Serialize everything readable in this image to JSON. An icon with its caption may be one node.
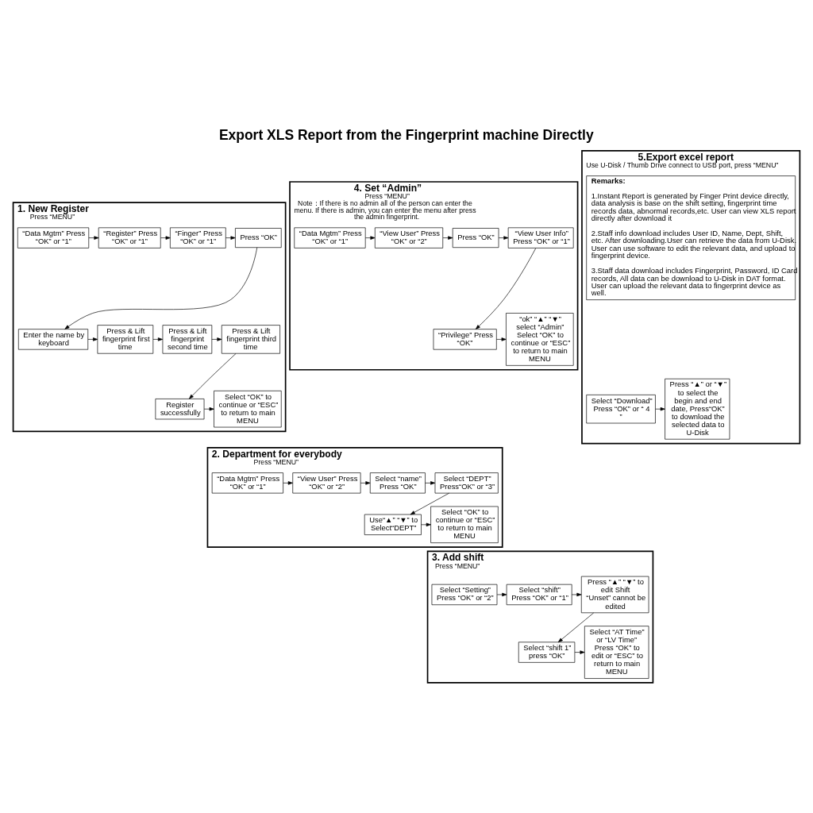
{
  "diagram": {
    "title": "Export XLS Report from the Fingerprint machine Directly",
    "nodes": [
      {
        "text": [
          "1. New Register",
          "Press “MENU”"
        ]
      },
      {
        "text": [
          "“Data Mgtm” Press “OK” or “1”"
        ],
        "in": 0
      },
      {
        "text": [
          "“Register” Press “OK” or “1”"
        ],
        "in": 0
      },
      {
        "text": [
          "“Finger” Press “OK” or “1”"
        ],
        "in": 0
      },
      {
        "text": [
          "Press “OK”"
        ],
        "in": 0
      },
      {
        "text": [
          "Enter the name by keyboard"
        ],
        "in": 0
      },
      {
        "text": [
          "Press & Lift fingerprint first time"
        ],
        "in": 0
      },
      {
        "text": [
          "Press & Lift fingerprint second time"
        ],
        "in": 0
      },
      {
        "text": [
          "Press & Lift fingerprint third time"
        ],
        "in": 0
      },
      {
        "text": [
          "Register successfully"
        ],
        "in": 0
      },
      {
        "text": [
          "Select “OK” to continue or “ESC” to return to main MENU"
        ],
        "in": 0
      },
      {
        "text": [
          "2. Department for everybody",
          "Press “MENU”"
        ]
      },
      {
        "text": [
          "“Data Mgtm” Press “OK” or “1”"
        ],
        "in": 11
      },
      {
        "text": [
          "“View User” Press “OK” or “2”"
        ],
        "in": 11
      },
      {
        "text": [
          "Select “name” Press “OK”"
        ],
        "in": 11
      },
      {
        "text": [
          "Select “DEPT” Press“OK” or “3”"
        ],
        "in": 11
      },
      {
        "text": [
          "Use“▲” “▼” to Select“DEPT”"
        ],
        "in": 11
      },
      {
        "text": [
          "Select “OK” to continue or “ESC” to return to main MENU"
        ],
        "in": 11
      },
      {
        "text": [
          "3. Add shift",
          "Press “MENU”"
        ]
      },
      {
        "text": [
          "Select “Setting” Press “OK” or “2”"
        ],
        "in": 18
      },
      {
        "text": [
          "Select “shift” Press “OK” or “1”"
        ],
        "in": 18
      },
      {
        "text": [
          "Press “▲” “▼” to edit Shift “Unset” cannot be edited"
        ],
        "in": 18
      },
      {
        "text": [
          "Select “shift 1” press “OK”"
        ],
        "in": 18
      },
      {
        "text": [
          "Select “AT Time” or “LV Time” Press “OK” to edit or “ESC” to return to main MENU"
        ],
        "in": 18
      },
      {
        "text": [
          "4. Set “Admin”",
          "Press “MENU”",
          "Note：If there is no admin all of the person can enter the menu. If there is admin, you can enter the menu after press the admin fingerprint."
        ]
      },
      {
        "text": [
          "“Data Mgtm” Press “OK” or “1”"
        ],
        "in": 24
      },
      {
        "text": [
          "“View User” Press “OK” or “2”"
        ],
        "in": 24
      },
      {
        "text": [
          "Press “OK”"
        ],
        "in": 24
      },
      {
        "text": [
          "“View User Info” Press “OK” or “1”"
        ],
        "in": 24
      },
      {
        "text": [
          "“Privilege” Press “OK”"
        ],
        "in": 24
      },
      {
        "text": [
          "“ok” “▲” “▼” select “Admin” Select “OK” to continue or “ESC” to return to main MENU"
        ],
        "in": 24
      },
      {
        "text": [
          "5.Export excel report",
          "Use U-Disk / Thumb Drive connect to USB port, press “MENU”"
        ]
      },
      {
        "text": [
          "Select “Download” Press “OK” or “ 4 ”"
        ],
        "in": 31
      },
      {
        "text": [
          "Press “▲” or “▼” to select the begin and end date, Press“OK” to download the selected data to U-Disk"
        ],
        "in": 31
      },
      {
        "text": [
          "Remarks:",
          "1.Instant Report is generated by Finger Print device directly, data analysis is base on the shift setting, fingerprint time records data, abnormal records,etc. User can view XLS report directly after download it",
          "2.Staff info download includes User ID, Name, Dept, Shift, etc. After downloading.User can retrieve the data from U-Disk. User can use software to edit the relevant data, and upload to fingerprint device.",
          "3.Staff data download includes Fingerprint, Password, ID Card records, All data can be download to U-Disk in DAT format. User can upload the relevant data to fingerprint device as well."
        ],
        "in": 31
      }
    ],
    "edges": [
      {
        "from": 1,
        "to": 2,
        "arrow": "to"
      },
      {
        "from": 2,
        "to": 3,
        "arrow": "to"
      },
      {
        "from": 3,
        "to": 4,
        "arrow": "to"
      },
      {
        "from": 4,
        "to": 5,
        "arrow": "to"
      },
      {
        "from": 5,
        "to": 6,
        "arrow": "to"
      },
      {
        "from": 6,
        "to": 7,
        "arrow": "to"
      },
      {
        "from": 7,
        "to": 8,
        "arrow": "to"
      },
      {
        "from": 8,
        "to": 9,
        "arrow": "to"
      },
      {
        "from": 9,
        "to": 10,
        "arrow": "to"
      },
      {
        "from": 12,
        "to": 13,
        "arrow": "to"
      },
      {
        "from": 13,
        "to": 14,
        "arrow": "to"
      },
      {
        "from": 14,
        "to": 15,
        "arrow": "to"
      },
      {
        "from": 15,
        "to": 16,
        "arrow": "to"
      },
      {
        "from": 16,
        "to": 17,
        "arrow": "to"
      },
      {
        "from": 19,
        "to": 20,
        "arrow": "to"
      },
      {
        "from": 20,
        "to": 21,
        "arrow": "to"
      },
      {
        "from": 21,
        "to": 22,
        "arrow": "to"
      },
      {
        "from": 22,
        "to": 23,
        "arrow": "to"
      },
      {
        "from": 25,
        "to": 26,
        "arrow": "to"
      },
      {
        "from": 26,
        "to": 27,
        "arrow": "to"
      },
      {
        "from": 27,
        "to": 28,
        "arrow": "to"
      },
      {
        "from": 28,
        "to": 29,
        "arrow": "to"
      },
      {
        "from": 29,
        "to": 30,
        "arrow": "to"
      },
      {
        "from": 32,
        "to": 33,
        "arrow": "to"
      }
    ]
  }
}
